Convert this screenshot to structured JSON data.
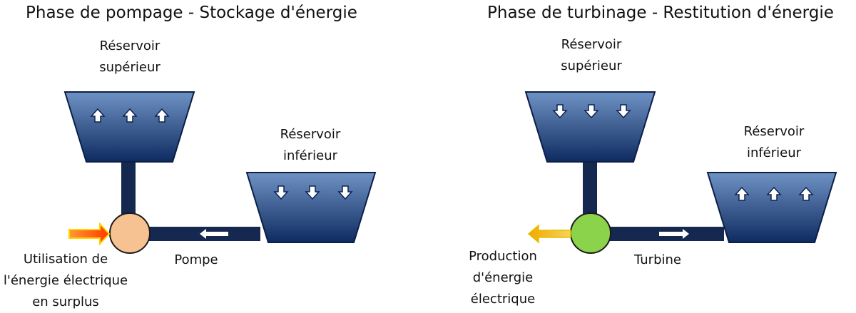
{
  "pumping": {
    "title": "Phase de pompage - Stockage d'énergie",
    "upper_reservoir": [
      "Réservoir",
      "supérieur"
    ],
    "lower_reservoir": [
      "Réservoir",
      "inférieur"
    ],
    "machine_label": "Pompe",
    "energy_label": [
      "Utilisation de",
      "l'énergie électrique",
      "en surplus"
    ],
    "machine_color": "#f7c291",
    "energy_arrow_color": "#ff4d00"
  },
  "generating": {
    "title": "Phase de turbinage - Restitution d'énergie",
    "upper_reservoir": [
      "Réservoir",
      "supérieur"
    ],
    "lower_reservoir": [
      "Réservoir",
      "inférieur"
    ],
    "machine_label": "Turbine",
    "energy_label": [
      "Production",
      "d'énergie",
      "électrique"
    ],
    "machine_color": "#8bd34a",
    "energy_arrow_color": "#f2b70c"
  },
  "colors": {
    "reservoir_top": "#6d8fc0",
    "reservoir_bottom": "#0d2a5e",
    "pipe": "#142850"
  }
}
